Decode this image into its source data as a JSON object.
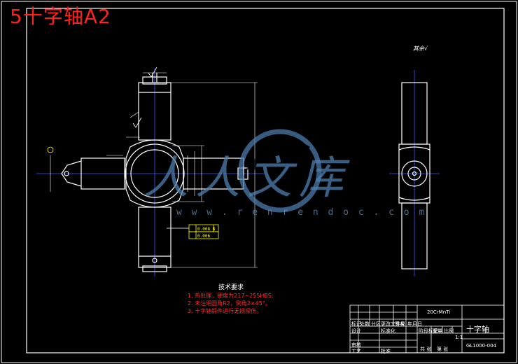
{
  "drawing_title": "5十字轴A2",
  "watermark": {
    "logo_text": "人人文库",
    "url": "w w w . r e n r e n d o c . c o m"
  },
  "technical_requirements": {
    "heading": "技术要求",
    "items": [
      "1. 热处理，硬度为217~255HBS;",
      "2. 未注明圆角R2，倒角2×45°。",
      "3. 十字轴锻件进行无损探伤。"
    ]
  },
  "roughness_note": "其余√",
  "tolerance_frame": {
    "row1": "0.008 B",
    "row2": "0.006"
  },
  "title_block": {
    "part_name": "十字轴",
    "material": "20CrMnTi",
    "drawing_no": "GL1000-004",
    "scale": "1:1",
    "labels": [
      "标记",
      "处数",
      "分区",
      "更改文件号",
      "签名",
      "年月日",
      "设计",
      "标准化",
      "审核",
      "工艺",
      "批准",
      "阶段标记",
      "重量",
      "比例",
      "共 张",
      "第 张"
    ]
  },
  "colors": {
    "background": "#000000",
    "outline": "#ffffff",
    "centerline": "#3a5cff",
    "dimension": "#ffffff",
    "annotation_red": "#ff2020",
    "tolerance": "#ffff00",
    "watermark": "#4e7fb0"
  }
}
